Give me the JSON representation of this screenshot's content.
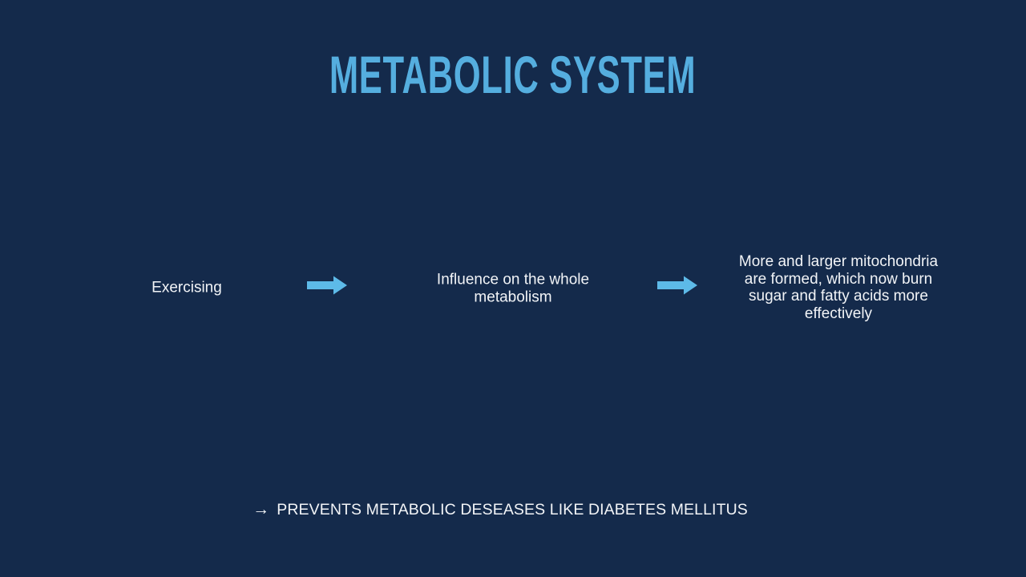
{
  "slide": {
    "title": "METABOLIC SYSTEM",
    "flow": {
      "steps": [
        {
          "text": "Exercising"
        },
        {
          "text": "Influence on the whole metabolism"
        },
        {
          "text": "More and larger mitochondria are formed, which now burn sugar and fatty acids more effectively"
        }
      ]
    },
    "footer": {
      "arrow_glyph": "→",
      "text": "PREVENTS METABOLIC DESEASES LIKE DIABETES MELLITUS"
    }
  },
  "colors": {
    "background": "#142a4b",
    "title": "#55aedf",
    "arrow": "#5dbae8",
    "body_text": "#f2f4f7"
  }
}
